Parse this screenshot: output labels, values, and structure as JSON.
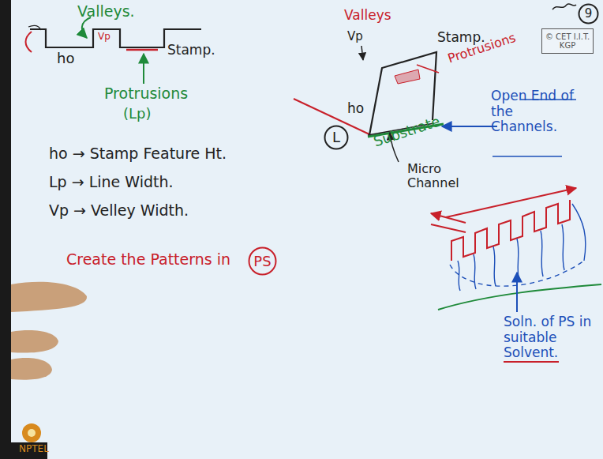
{
  "diagram": {
    "nodes": [
      {
        "text": [
          "9"
        ]
      },
      {
        "text": [
          "© CET I.I.T. KGP"
        ]
      },
      {
        "text": [
          "L"
        ]
      },
      {
        "text": [
          "PS"
        ]
      }
    ],
    "labels": [
      "Valleys.",
      "Stamp.",
      "Vp",
      "ho",
      "Protrusions",
      "(Lp)",
      "ho → Stamp Feature Ht.",
      "Lp → Line Width.",
      "Vp → Velley Width.",
      "Create the Patterns in",
      "Valleys",
      "Vp",
      "Stamp.",
      "Protrusions",
      "ho",
      "Substrate",
      "Micro Channel",
      "Open End of the Channels.",
      "Soln. of PS in suitable Solvent.",
      "NPTEL"
    ]
  }
}
